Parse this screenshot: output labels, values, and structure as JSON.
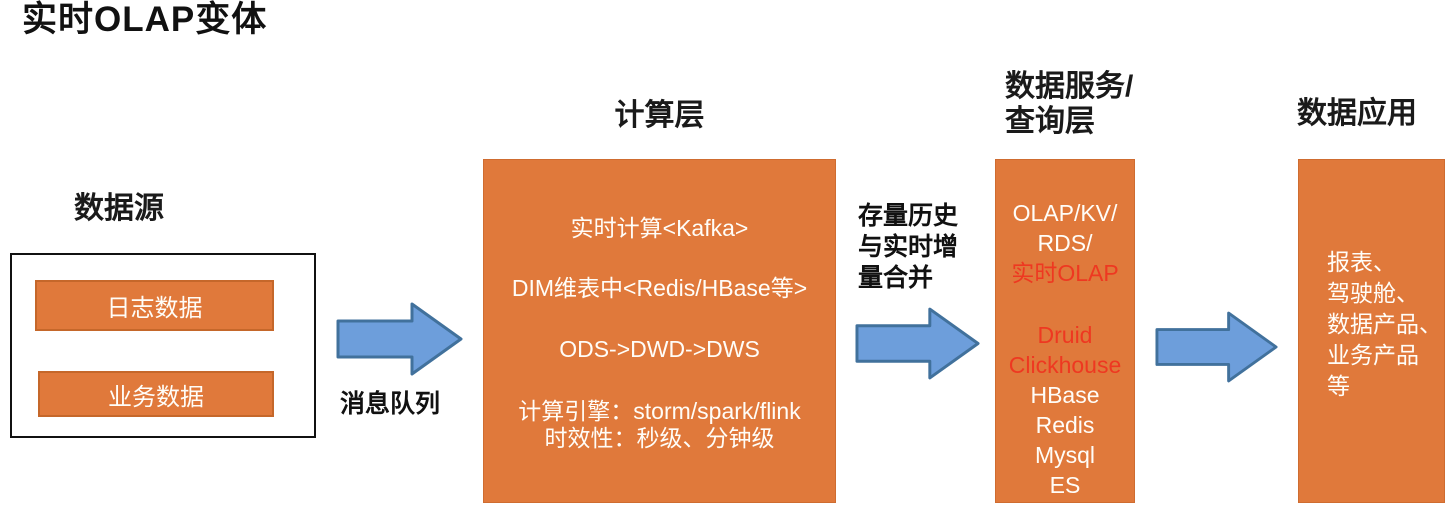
{
  "title": "实时OLAP变体",
  "colors": {
    "box_orange": "#E0793B",
    "chip_border": "#C5672A",
    "arrow_fill": "#6D9EDB",
    "arrow_border": "#41719C",
    "highlight_red": "#EE3821",
    "text_black": "#1A1A1A",
    "text_white": "#FFFDF8"
  },
  "data_source": {
    "header": "数据源",
    "items": [
      "日志数据",
      "业务数据"
    ]
  },
  "message_queue_label": "消息队列",
  "compute_layer": {
    "header": "计算层",
    "lines": [
      "实时计算<Kafka>",
      "DIM维表中<Redis/HBase等>",
      "ODS->DWD->DWS",
      "计算引擎：storm/spark/flink",
      "时效性：秒级、分钟级"
    ]
  },
  "merge_label": {
    "lines": [
      "存量历史",
      "与实时增",
      "量合并"
    ]
  },
  "service_layer": {
    "header_lines": [
      "数据服务/",
      "查询层"
    ],
    "lines": [
      {
        "text": "OLAP/KV/",
        "emphasis": false
      },
      {
        "text": "RDS/",
        "emphasis": false
      },
      {
        "text": "实时OLAP",
        "emphasis": true
      },
      {
        "text": "Druid",
        "emphasis": true
      },
      {
        "text": "Clickhouse",
        "emphasis": true
      },
      {
        "text": "HBase",
        "emphasis": false
      },
      {
        "text": "Redis",
        "emphasis": false
      },
      {
        "text": "Mysql",
        "emphasis": false
      },
      {
        "text": "ES",
        "emphasis": false
      }
    ]
  },
  "data_application": {
    "header": "数据应用",
    "lines": [
      "报表、",
      "驾驶舱、",
      "数据产品、",
      "业务产品",
      "等"
    ]
  }
}
